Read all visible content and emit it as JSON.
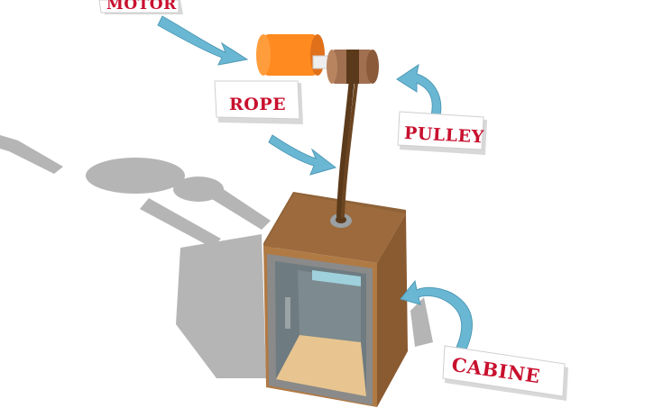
{
  "labels": {
    "motor": "MOTOR",
    "rope": "ROPE",
    "pulley": "PULLEY",
    "cabine": "CABINE"
  },
  "colors": {
    "motor": "#ff8a1f",
    "pulley": "#a07050",
    "rope": "#5a3a1a",
    "cabin": "#b07a45",
    "cabin_frame": "#8a8a8a",
    "floor": "#e8c590",
    "arrow": "#6ab7d3",
    "label_text": "#c8102e",
    "shadow": "#b5b5b5"
  }
}
